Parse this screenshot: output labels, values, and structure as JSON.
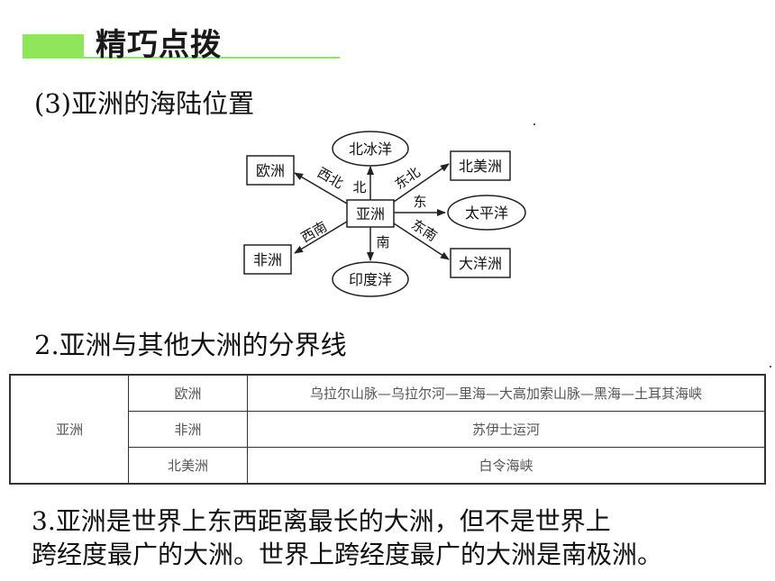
{
  "header": {
    "title": "精巧点拨"
  },
  "section1": {
    "heading": "(3)亚洲的海陆位置"
  },
  "diagram": {
    "center": "亚洲",
    "nodes": {
      "arctic": "北冰洋",
      "europe": "欧洲",
      "north_america": "北美洲",
      "pacific": "太平洋",
      "africa": "非洲",
      "indian": "印度洋",
      "oceania": "大洋洲"
    },
    "directions": {
      "north": "北",
      "northwest": "西北",
      "northeast": "东北",
      "east": "东",
      "southwest": "西南",
      "south": "南",
      "southeast": "东南"
    }
  },
  "section2": {
    "heading": "2.亚洲与其他大洲的分界线"
  },
  "table": {
    "asia_label": "亚洲",
    "rows": [
      {
        "continent": "欧洲",
        "boundary": "乌拉尔山脉—乌拉尔河—里海—大高加索山脉—黑海—土耳其海峡"
      },
      {
        "continent": "非洲",
        "boundary": "苏伊士运河"
      },
      {
        "continent": "北美洲",
        "boundary": "白令海峡"
      }
    ]
  },
  "section3": {
    "line1": "3.亚洲是世界上东西距离最长的大洲，但不是世界上",
    "line2": "跨经度最广的大洲。世界上跨经度最广的大洲是南极洲。"
  },
  "colors": {
    "accent": "#8fe65a"
  }
}
